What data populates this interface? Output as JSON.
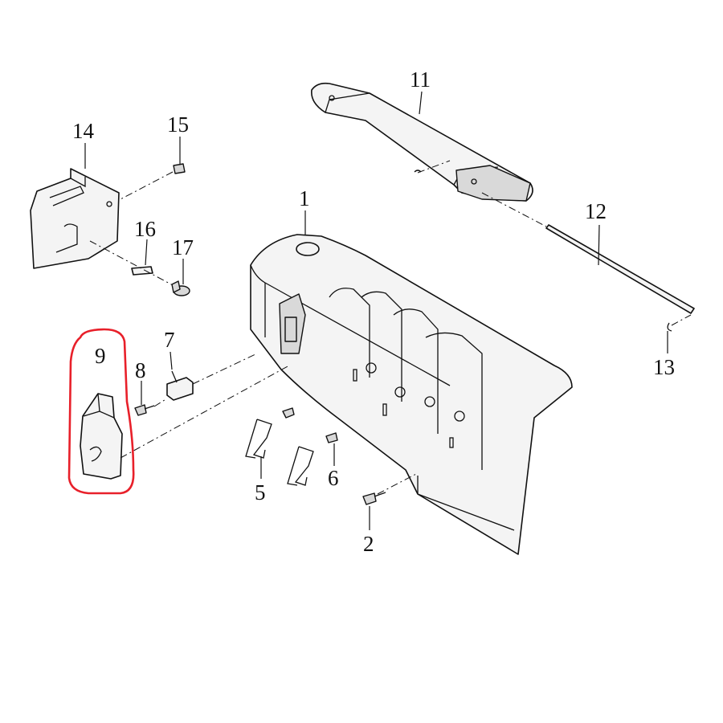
{
  "callouts": {
    "p1": "1",
    "p2": "2",
    "p5": "5",
    "p6": "6",
    "p7": "7",
    "p8": "8",
    "p9": "9",
    "p11": "11",
    "p12": "12",
    "p13": "13",
    "p14": "14",
    "p15": "15",
    "p16": "16",
    "p17": "17"
  },
  "highlight": {
    "part": "9",
    "color": "#e8202a"
  }
}
